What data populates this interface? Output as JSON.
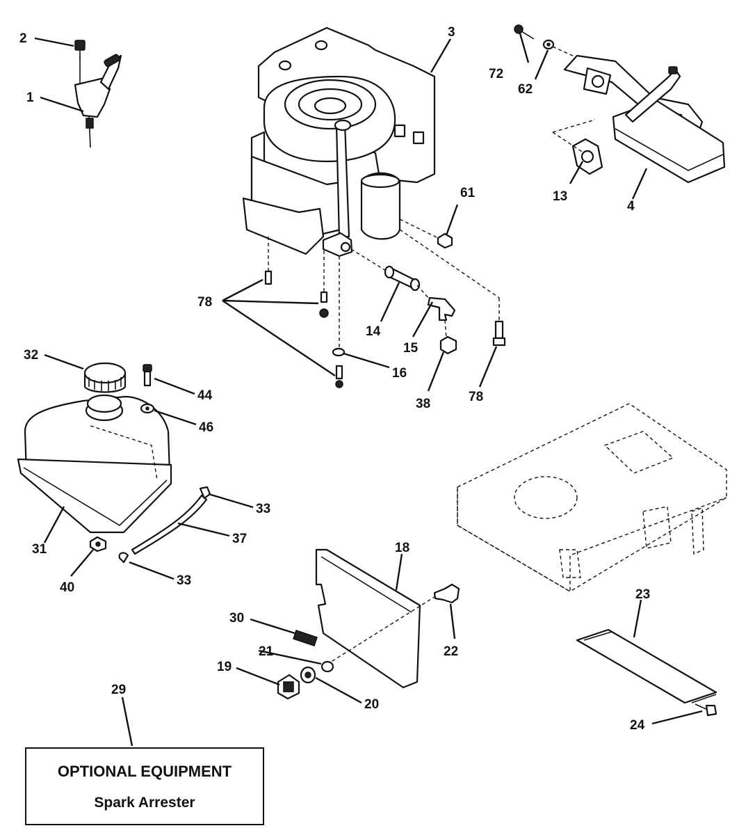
{
  "labels": {
    "p1": "1",
    "p2": "2",
    "p3": "3",
    "p4": "4",
    "p13": "13",
    "p14": "14",
    "p15": "15",
    "p16": "16",
    "p18": "18",
    "p19": "19",
    "p20": "20",
    "p21": "21",
    "p22": "22",
    "p23": "23",
    "p24": "24",
    "p29": "29",
    "p30": "30",
    "p31": "31",
    "p32": "32",
    "p33a": "33",
    "p33b": "33",
    "p37": "37",
    "p38": "38",
    "p40": "40",
    "p44": "44",
    "p46": "46",
    "p61": "61",
    "p62": "62",
    "p72": "72",
    "p78a": "78",
    "p78b": "78"
  },
  "optional_box": {
    "title": "OPTIONAL EQUIPMENT",
    "subtitle": "Spark Arrester"
  }
}
